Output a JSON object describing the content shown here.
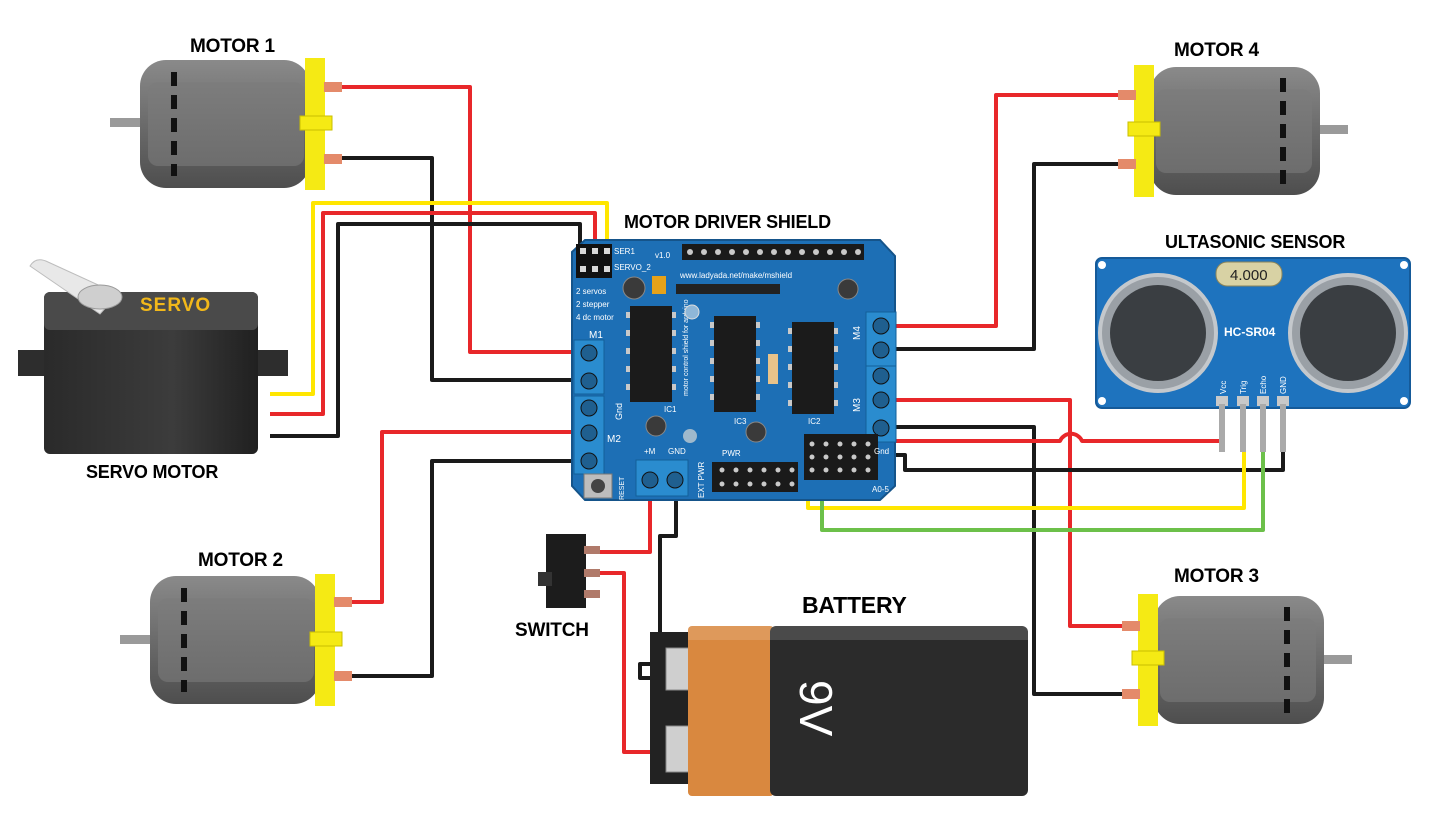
{
  "labels": {
    "motor1": "MOTOR 1",
    "motor2": "MOTOR 2",
    "motor3": "MOTOR 3",
    "motor4": "MOTOR 4",
    "servo_motor": "SERVO MOTOR",
    "shield": "MOTOR DRIVER SHIELD",
    "ultrasonic": "ULTASONIC SENSOR",
    "switch": "SWITCH",
    "battery": "BATTERY"
  },
  "servo": {
    "body_text": "SERVO"
  },
  "sensor": {
    "model": "HC-SR04",
    "display": "4.000",
    "pins": [
      "Vcc",
      "Trig",
      "Echo",
      "GND"
    ]
  },
  "battery": {
    "voltage": "9V"
  },
  "shield_text": {
    "version": "v1.0",
    "url": "www.ladyada.net/make/mshield",
    "tagline": "motor control shield for arduino",
    "ports": [
      "M1",
      "M2",
      "M3",
      "M4"
    ],
    "servo_headers": [
      "SER1",
      "SERVO_2"
    ],
    "servo_notes": [
      "2 servos",
      "2 stepper",
      "4 dc motor"
    ],
    "ext_power": "EXT PWR",
    "power_pins": [
      "+M",
      "GND"
    ],
    "analog": "A0-5",
    "gnd": "Gnd",
    "reset": "RESET",
    "chips": [
      "IC1",
      "IC2",
      "IC3"
    ],
    "jumper": "PWR"
  },
  "colors": {
    "wire_red": "#e8272a",
    "wire_black": "#1a1a1a",
    "wire_yellow": "#ffe600",
    "wire_green": "#6cc04a",
    "motor_body": "#6d6d6d",
    "motor_cap": "#f5ea14",
    "shield_blue": "#1d6fb5",
    "sensor_blue": "#1e73be",
    "battery_orange": "#d9883f",
    "battery_black": "#2b2b2b"
  }
}
